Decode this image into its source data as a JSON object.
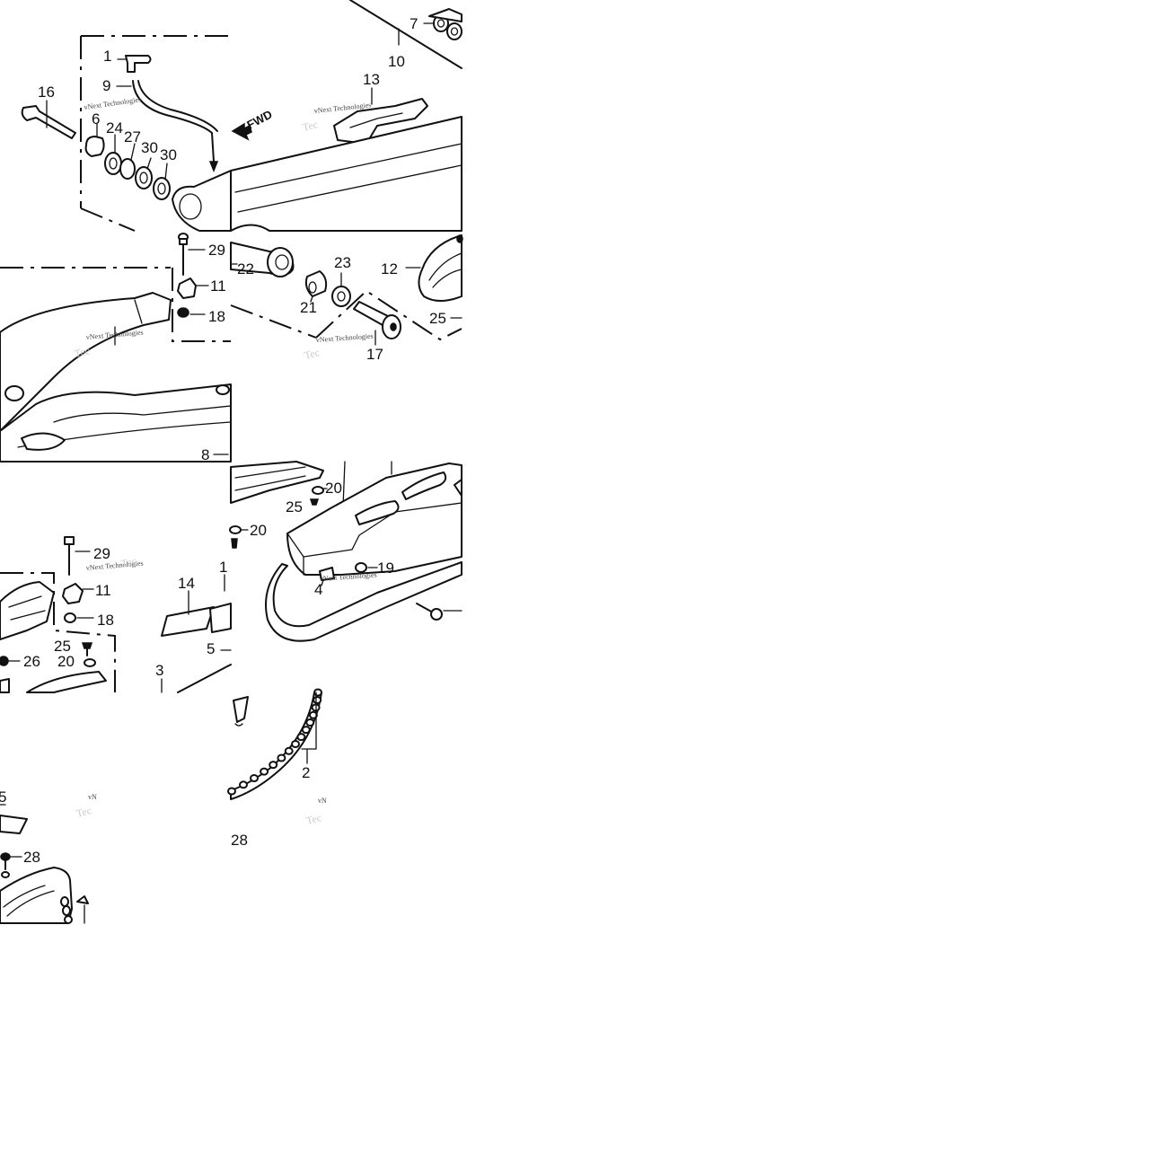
{
  "diagram": {
    "forward_marker": "FWD",
    "watermark_text": "vNext Technologies",
    "watermark_partial": "vN",
    "watermark_ghost": "Tec",
    "callouts": {
      "c1": "1",
      "c2": "2",
      "c3": "3",
      "c4": "4",
      "c5": "5",
      "c5b": "5",
      "c6": "6",
      "c7": "7",
      "c8": "8",
      "c9": "9",
      "c10": "10",
      "c11a": "11",
      "c11b": "11",
      "c12": "12",
      "c13": "13",
      "c14": "14",
      "c1x": "1",
      "c16": "16",
      "c17": "17",
      "c18a": "18",
      "c18b": "18",
      "c19": "19",
      "c20a": "20",
      "c20b": "20",
      "c20c": "20",
      "c21": "21",
      "c22": "22",
      "c23": "23",
      "c24": "24",
      "c25a": "25",
      "c25b": "25",
      "c25c": "25",
      "c26": "26",
      "c27": "27",
      "c28a": "28",
      "c28b": "28",
      "c29a": "29",
      "c29b": "29",
      "c30a": "30",
      "c30b": "30"
    }
  }
}
